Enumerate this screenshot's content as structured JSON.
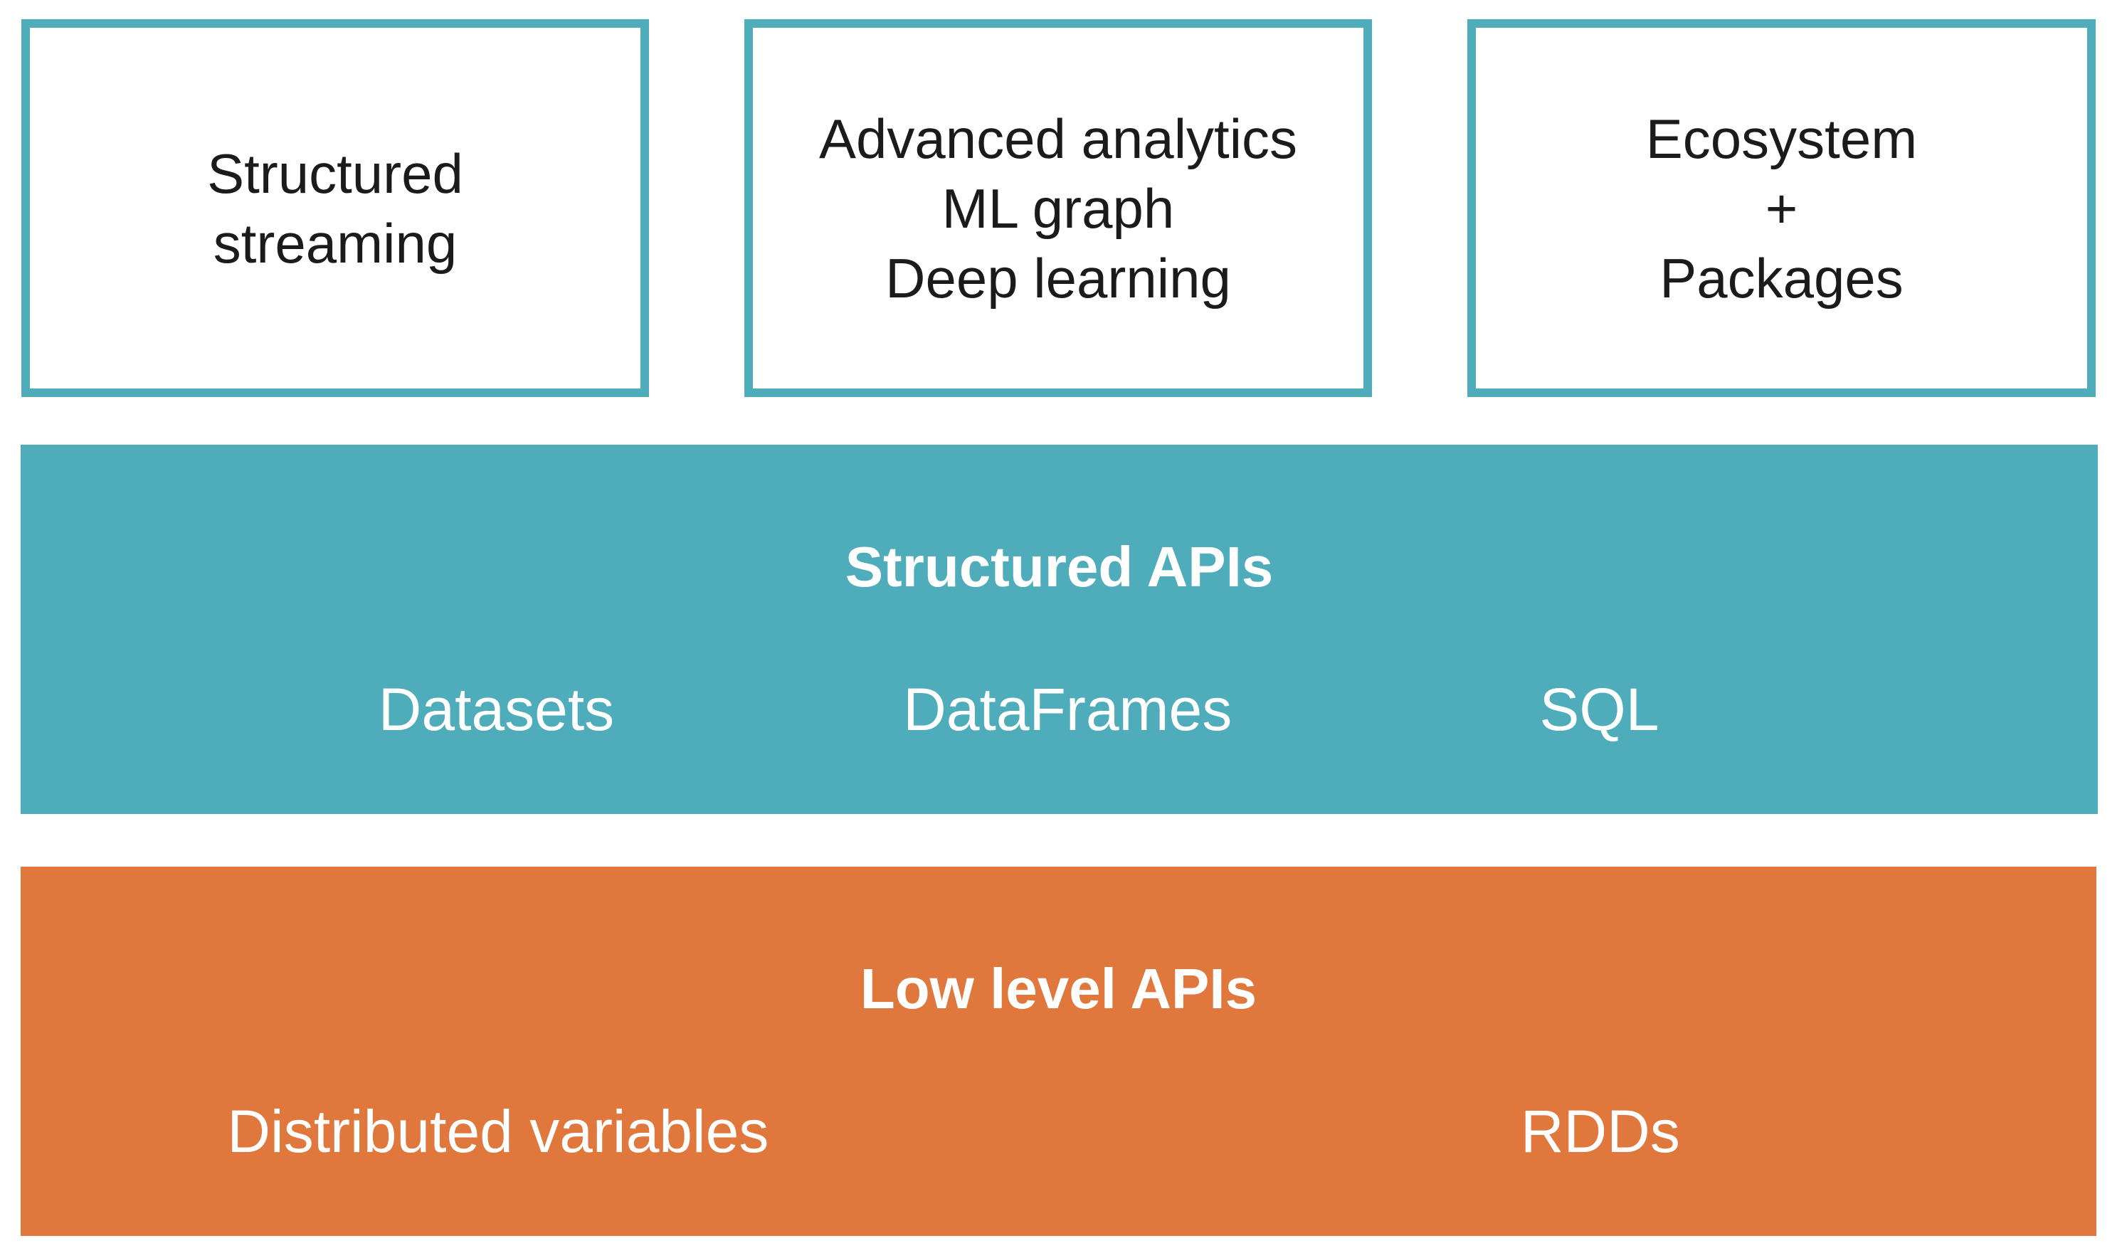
{
  "colors": {
    "teal": "#4FACBA",
    "orange": "#E0773D",
    "box_border": "#4FACBA",
    "box_text": "#1B1B1B",
    "band_text": "#FFFFFF",
    "background": "#FFFFFF"
  },
  "top_boxes": [
    {
      "lines": [
        "Structured",
        "streaming"
      ]
    },
    {
      "lines": [
        "Advanced analytics",
        "ML graph",
        "Deep learning"
      ]
    },
    {
      "lines": [
        "Ecosystem",
        "+",
        "Packages"
      ]
    }
  ],
  "structured_apis_band": {
    "title": "Structured APIs",
    "items": [
      "Datasets",
      "DataFrames",
      "SQL"
    ]
  },
  "low_level_apis_band": {
    "title": "Low level APIs",
    "items": [
      "Distributed variables",
      "RDDs"
    ]
  }
}
